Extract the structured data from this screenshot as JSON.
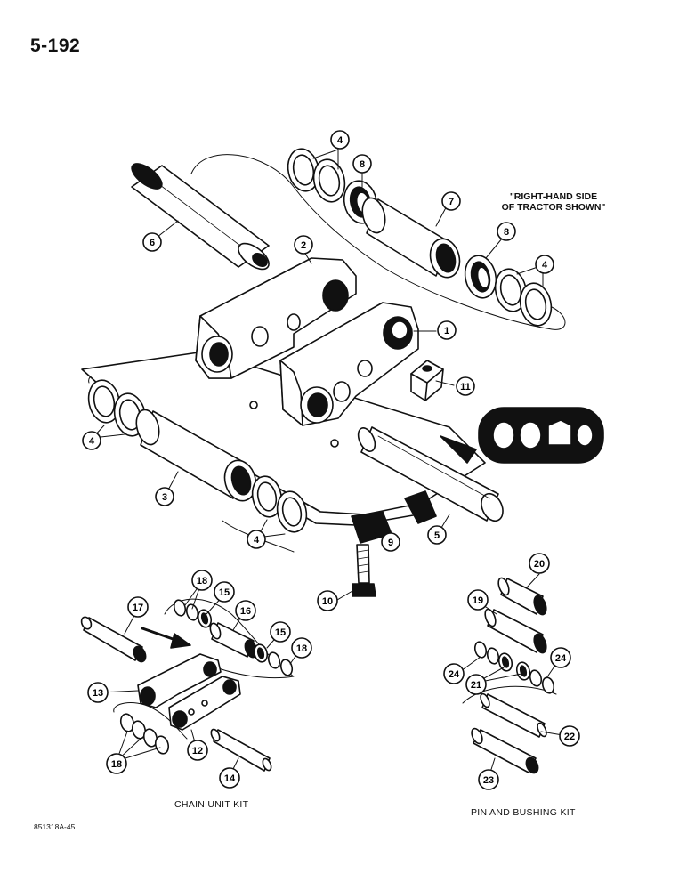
{
  "page": {
    "number": "5-192",
    "figure_code": "851318A-45"
  },
  "note": {
    "line1": "\"RIGHT-HAND SIDE",
    "line2": "OF TRACTOR SHOWN\""
  },
  "kits": {
    "chain_unit": "CHAIN UNIT KIT",
    "pin_bushing": "PIN AND BUSHING KIT"
  },
  "callouts": {
    "c1": "1",
    "c2": "2",
    "c3": "3",
    "c4a": "4",
    "c4b": "4",
    "c4c": "4",
    "c4d": "4",
    "c5": "5",
    "c6": "6",
    "c7": "7",
    "c8a": "8",
    "c8b": "8",
    "c9": "9",
    "c10": "10",
    "c11": "11",
    "c12": "12",
    "c13": "13",
    "c14": "14",
    "c15a": "15",
    "c15b": "15",
    "c16": "16",
    "c17": "17",
    "c18a": "18",
    "c18b": "18",
    "c18c": "18",
    "c19": "19",
    "c20": "20",
    "c21": "21",
    "c22": "22",
    "c23": "23",
    "c24a": "24",
    "c24b": "24"
  },
  "colors": {
    "ink": "#111111",
    "paper": "#ffffff"
  }
}
